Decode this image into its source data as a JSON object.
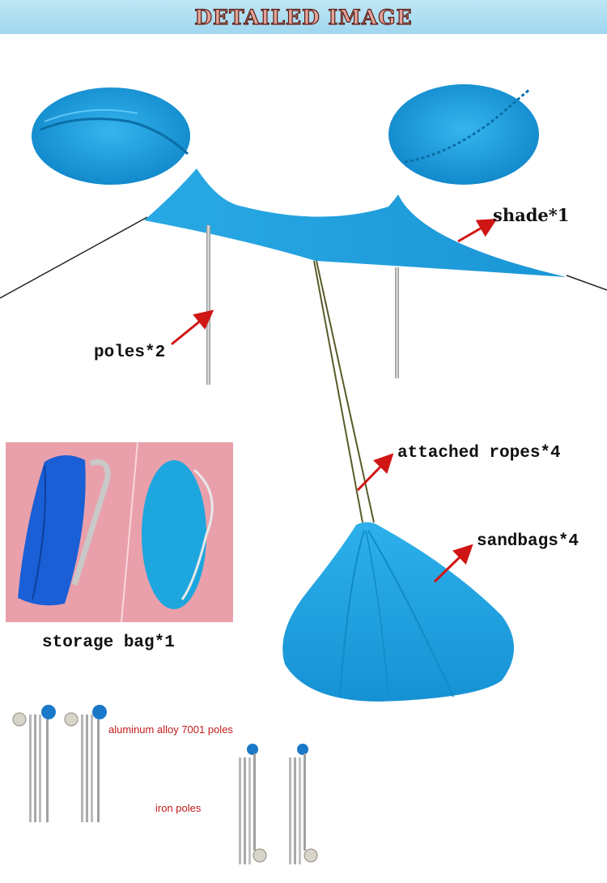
{
  "banner": {
    "title": "DETAILED IMAGE"
  },
  "labels": {
    "shade": "shade*1",
    "poles": "poles*2",
    "ropes": "attached ropes*4",
    "sandbags": "sandbags*4",
    "storage": "storage bag*1",
    "aluminum": "aluminum alloy 7001 poles",
    "iron": "iron poles"
  },
  "colors": {
    "shade_blue": "#1aa0de",
    "bag_blue": "#1a5fd6",
    "pink_bg": "#e9a0ab",
    "arrow_red": "#d01515",
    "banner_bg": "#a9dcf2"
  }
}
